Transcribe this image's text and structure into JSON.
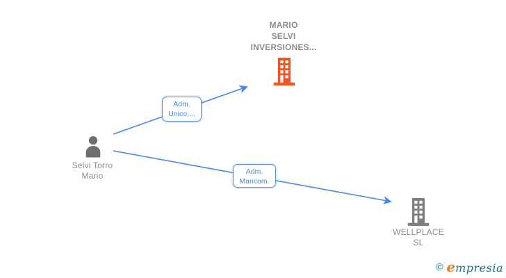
{
  "diagram": {
    "nodes": {
      "company_top": {
        "line1": "MARIO",
        "line2": "SELVI",
        "line3": "INVERSIONES...",
        "icon": "building-icon",
        "icon_color": "#F4521E"
      },
      "person": {
        "line1": "Selvi Torro",
        "line2": "Mario",
        "icon": "person-icon",
        "icon_color": "#6E6E6E"
      },
      "company_bottom": {
        "line1": "WELLPLACE",
        "line2": "SL",
        "icon": "building-icon",
        "icon_color": "#7F7F7F"
      }
    },
    "edges": {
      "edge1": {
        "line1": "Adm.",
        "line2": "Unico,...",
        "from": "person",
        "to": "company_top"
      },
      "edge2": {
        "line1": "Adm.",
        "line2": "Mancom.",
        "from": "person",
        "to": "company_bottom"
      }
    }
  },
  "watermark": {
    "copyright_symbol": "©",
    "brand_first_letter": "e",
    "brand_rest": "mpresia"
  },
  "colors": {
    "edge_blue": "#4A86E8",
    "edge_label_border": "#5B8FE0",
    "node_text_gray": "#8C8C8C",
    "company_top_orange": "#F4521E",
    "company_bottom_gray": "#7F7F7F",
    "person_gray": "#6E6E6E",
    "watermark_teal": "#17718C",
    "watermark_orange": "#EE7C24",
    "background": "#FFFFFF"
  }
}
